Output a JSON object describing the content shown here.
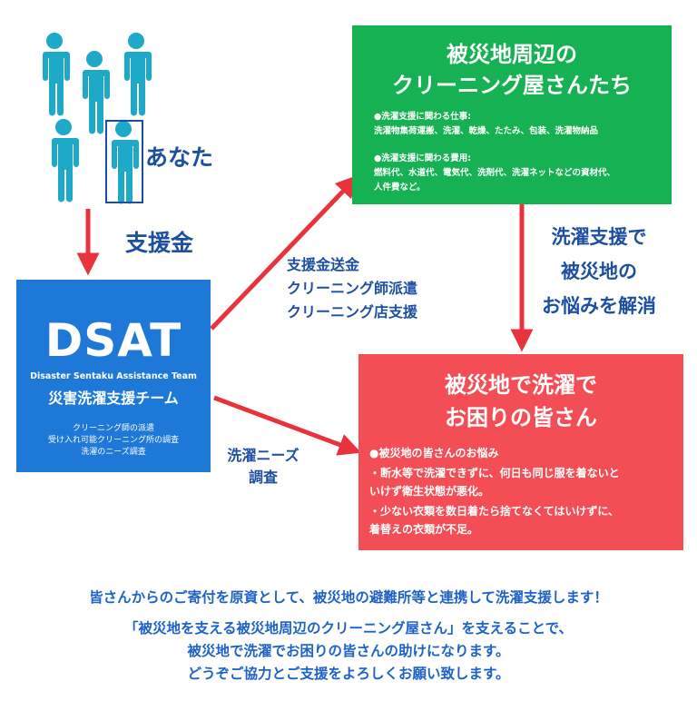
{
  "colors": {
    "person": "#1fa9c8",
    "arrow": "#e8323c",
    "label_blue": "#1d4fa0",
    "dsat_bg": "#1e78d8",
    "cleaners_bg": "#16b153",
    "victims_bg": "#f34e56"
  },
  "icons": {
    "person": "person-icon",
    "arrow": "arrow-icon"
  },
  "you_label": "あなた",
  "fund_label": "支援金",
  "dsat": {
    "title": "DSAT",
    "subtitle": "Disaster Sentaku Assistance Team",
    "jp_name": "災害洗濯支援チーム",
    "items": [
      "クリーニング師の派遣",
      "受け入れ可能クリーニング所の調査",
      "洗濯のニーズ調査"
    ]
  },
  "to_cleaners": [
    "支援金送金",
    "クリーニング師派遣",
    "クリーニング店支援"
  ],
  "to_victims": [
    "洗濯ニーズ",
    "調査"
  ],
  "cleaners": {
    "title_lines": [
      "被災地周辺の",
      "クリーニング屋さんたち"
    ],
    "work_heading": "●洗濯支援に関わる仕事:",
    "work_text": "洗濯物集荷運搬、洗濯、乾燥、たたみ、包装、洗濯物納品",
    "cost_heading": "●洗濯支援に関わる費用:",
    "cost_text_1": "燃料代、水道代、電気代、洗剤代、洗濯ネットなどの資材代、",
    "cost_text_2": "人件費など。"
  },
  "solve": [
    "洗濯支援で",
    "被災地の",
    "お悩みを解消"
  ],
  "victims": {
    "title_lines": [
      "被災地で洗濯で",
      "お困りの皆さん"
    ],
    "lines": [
      "●被災地の皆さんのお悩み",
      "・断水等で洗濯できずに、何日も同じ服を着ないと",
      "いけず衛生状態が悪化。",
      "・少ない衣類を数日着たら捨てなくてはいけずに、",
      "着替えの衣類が不足。"
    ]
  },
  "footer": [
    "皆さんからのご寄付を原資として、被災地の避難所等と連携して洗濯支援します！",
    "「被災地を支える被災地周辺のクリーニング屋さん」を支えることで、",
    "被災地で洗濯でお困りの皆さんの助けになります。",
    "どうぞご協力とご支援をよろしくお願い致します。"
  ]
}
